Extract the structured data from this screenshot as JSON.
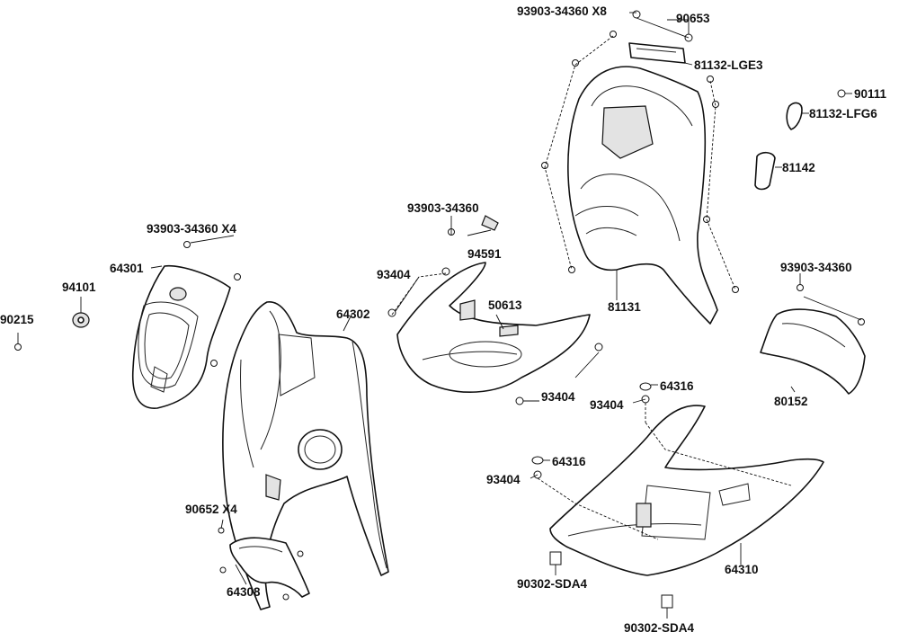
{
  "labels": {
    "p93903_x8": "93903-34360 X8",
    "p90653": "90653",
    "p81132_lge3": "81132-LGE3",
    "p90111": "90111",
    "p81132_lfg6": "81132-LFG6",
    "p81142": "81142",
    "p93903_c": "93903-34360",
    "p94591": "94591",
    "p93903_x4": "93903-34360 X4",
    "p64301": "64301",
    "p94101": "94101",
    "p90215": "90215",
    "p93404_a": "93404",
    "p50613": "50613",
    "p81131": "81131",
    "p93903_r": "93903-34360",
    "p64302": "64302",
    "p93404_b": "93404",
    "p64316_a": "64316",
    "p93404_c": "93404",
    "p80152": "80152",
    "p64316_b": "64316",
    "p93404_d": "93404",
    "p90652_x4": "90652 X4",
    "p64308": "64308",
    "p64310": "64310",
    "p90302_a": "90302-SDA4",
    "p90302_b": "90302-SDA4"
  }
}
